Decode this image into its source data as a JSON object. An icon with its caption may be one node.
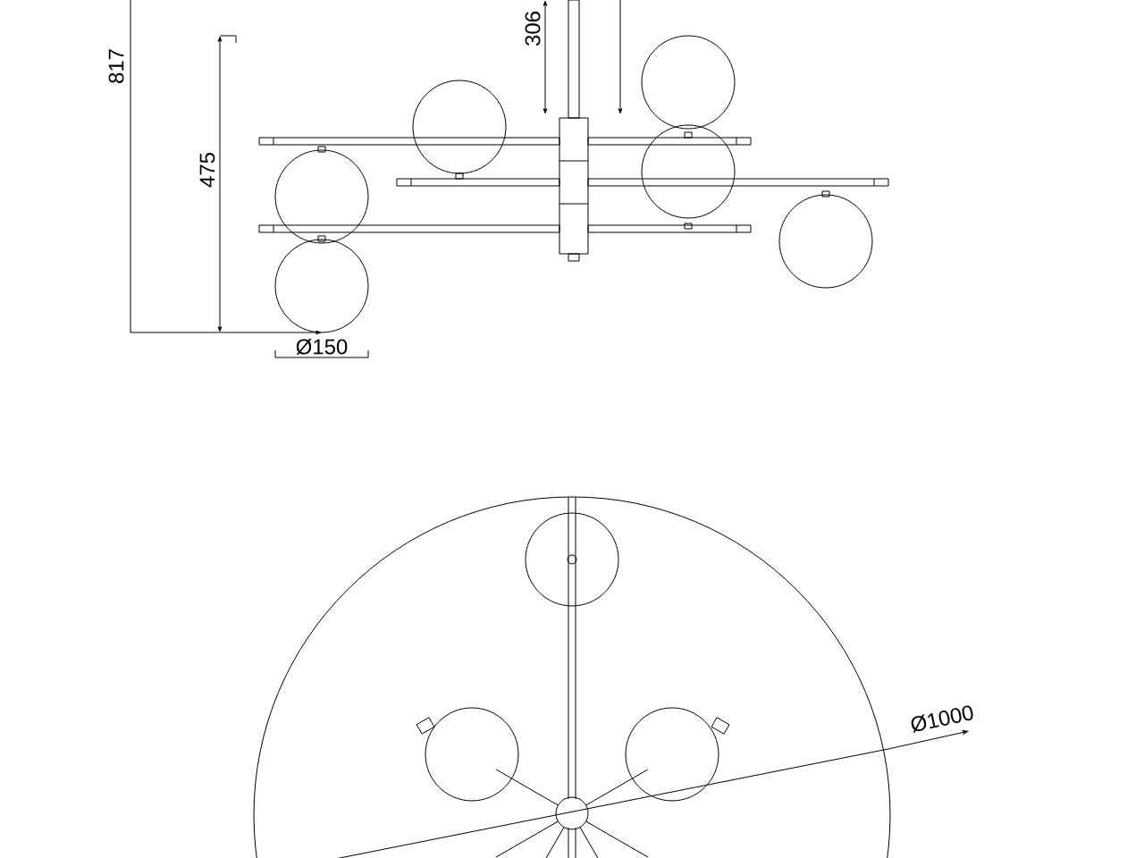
{
  "diagram": {
    "labels": [
      "817",
      "475",
      "306",
      "Ø150",
      "Ø1000"
    ]
  }
}
